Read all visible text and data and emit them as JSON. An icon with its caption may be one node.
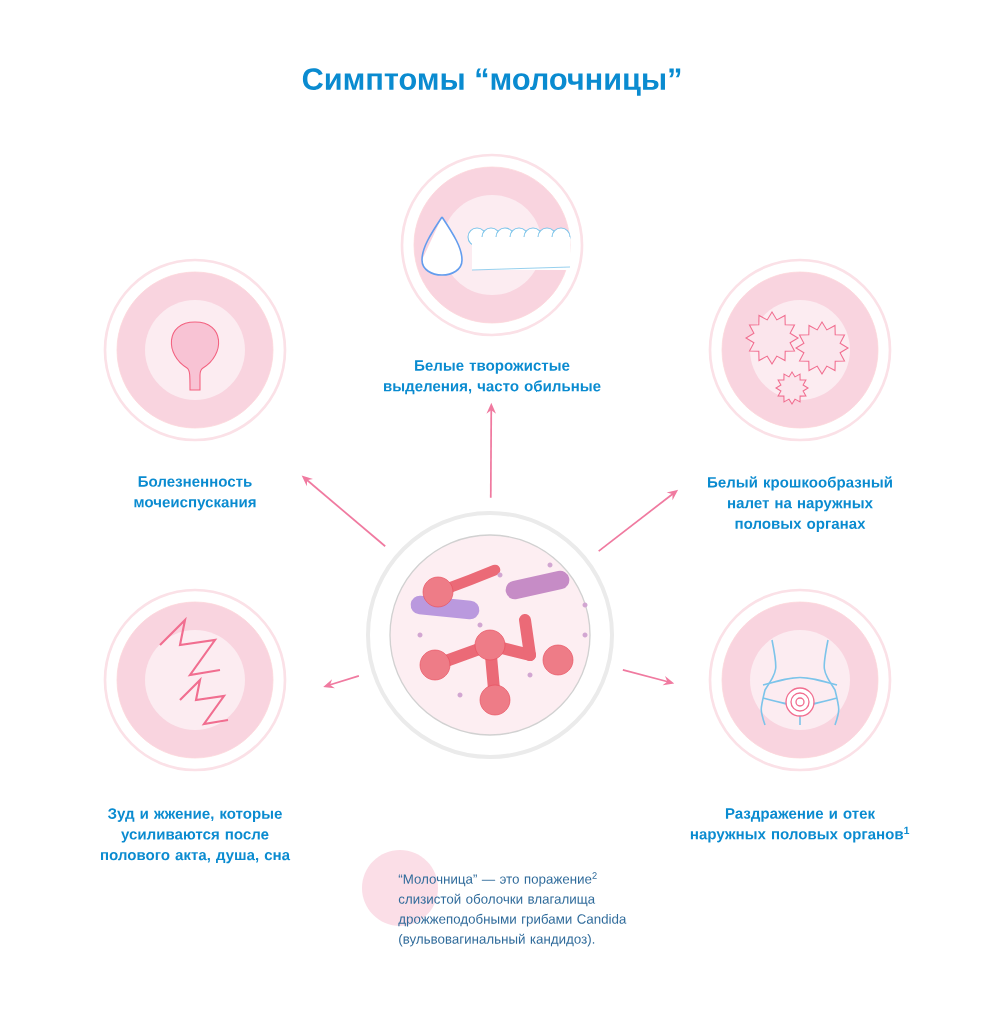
{
  "diagram": {
    "title": "Симптомы “молочницы”",
    "nodes": [
      {
        "text": [
          "Белые творожистые выделения, часто обильные"
        ]
      },
      {
        "text": [
          "Болезненность мочеиспускания"
        ]
      },
      {
        "text": [
          "Белый крошкообразный налет на наружных половых органах"
        ]
      },
      {
        "text": [],
        "shape": "picture"
      },
      {
        "text": [
          "Зуд и жжение, которые усиливаются после полового акта, душа, сна"
        ]
      },
      {
        "text": [
          "Раздражение и отек наружных половых органов$^{1}$"
        ]
      }
    ],
    "edges": [
      {
        "from": 3,
        "to": 0,
        "arrow": "to"
      },
      {
        "from": 3,
        "to": 1,
        "arrow": "to"
      },
      {
        "from": 3,
        "to": 2,
        "arrow": "to"
      },
      {
        "from": 3,
        "to": 4,
        "arrow": "to"
      },
      {
        "from": 3,
        "to": 5,
        "arrow": "to"
      }
    ],
    "labels": [
      "“Молочница” — это поражение$^{2}$ слизистой оболочки влагалища дрожжеподобными грибами Candida (вульвовагинальный кандидоз)."
    ]
  }
}
